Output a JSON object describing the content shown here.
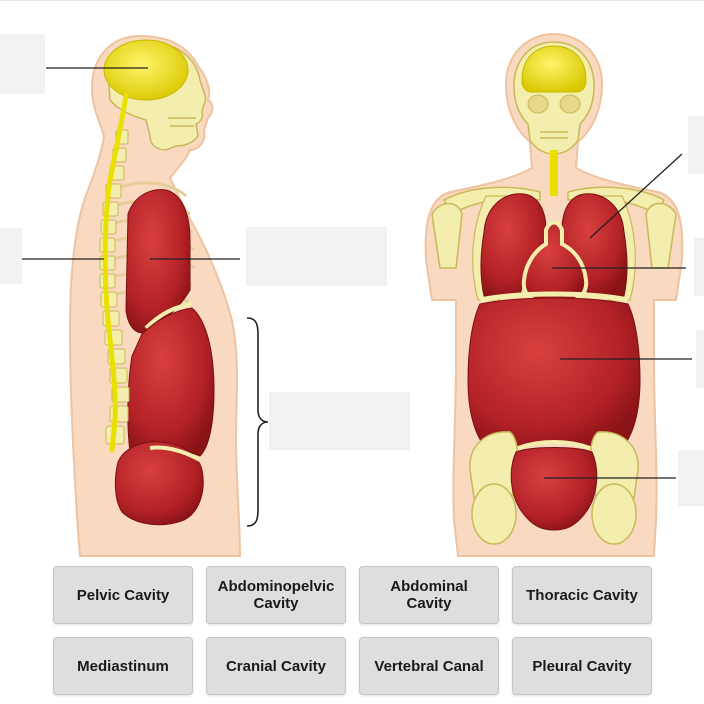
{
  "labels": [
    {
      "text": "Pelvic Cavity"
    },
    {
      "text": "Abdominopelvic\nCavity"
    },
    {
      "text": "Abdominal\nCavity"
    },
    {
      "text": "Thoracic Cavity"
    },
    {
      "text": "Mediastinum"
    },
    {
      "text": "Cranial Cavity"
    },
    {
      "text": "Vertebral Canal"
    },
    {
      "text": "Pleural Cavity"
    }
  ],
  "colors": {
    "skin": "#f9d9bf",
    "skin_outline": "#f0c3a0",
    "bone": "#f4eeae",
    "bone_outline": "#c9b85a",
    "nervous": "#e9e000",
    "organ_red": "#c0282c",
    "organ_dark": "#8e1416",
    "label_bg": "#dedede",
    "drop_zone": "#f2f2f2"
  }
}
